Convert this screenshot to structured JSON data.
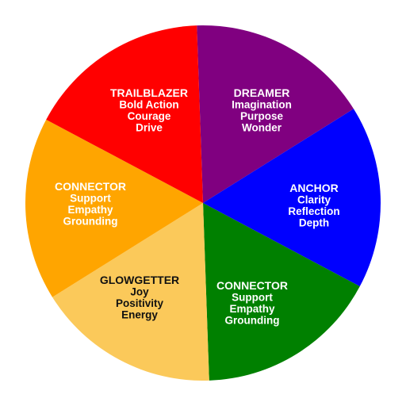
{
  "wheel": {
    "segments": [
      {
        "title": "DREAMER",
        "lines": [
          "Imagination",
          "Purpose",
          "Wonder"
        ],
        "color": "#800080",
        "text_color": "#ffffff"
      },
      {
        "title": "ANCHOR",
        "lines": [
          "Clarity",
          "Reflection",
          "Depth"
        ],
        "color": "#0000ff",
        "text_color": "#ffffff"
      },
      {
        "title": "CONNECTOR",
        "lines": [
          "Support",
          "Empathy",
          "Grounding"
        ],
        "color": "#008000",
        "text_color": "#ffffff"
      },
      {
        "title": "GLOWGETTER",
        "lines": [
          "Joy",
          "Positivity",
          "Energy"
        ],
        "color": "#fbc95a",
        "text_color": "#111111"
      },
      {
        "title": "CONNECTOR",
        "lines": [
          "Support",
          "Empathy",
          "Grounding"
        ],
        "color": "#ffa500",
        "text_color": "#ffffff"
      },
      {
        "title": "TRAILBLAZER",
        "lines": [
          "Bold Action",
          "Courage",
          "Drive"
        ],
        "color": "#ff0000",
        "text_color": "#ffffff"
      }
    ]
  }
}
